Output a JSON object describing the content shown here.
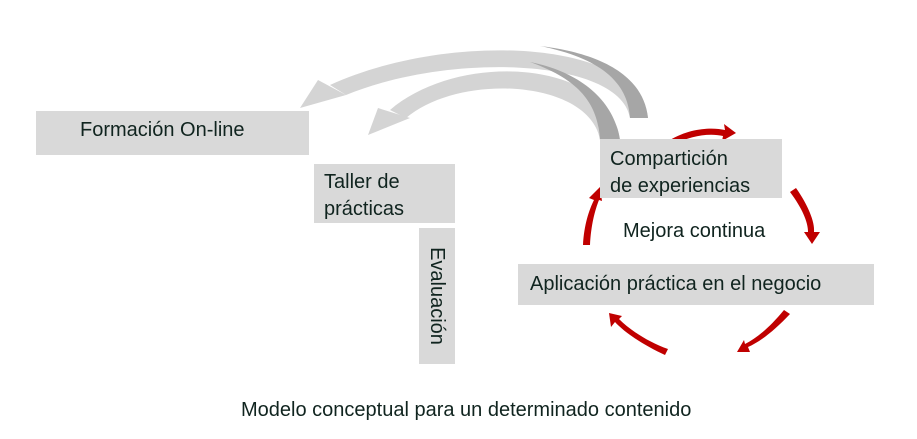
{
  "diagram": {
    "caption": "Modelo conceptual para un determinado contenido",
    "stages": {
      "formacion": "Formación On-line",
      "taller_line1": "Taller de",
      "taller_line2": "prácticas",
      "evaluacion": "Evaluación",
      "comparticion_line1": "Compartición",
      "comparticion_line2": "de experiencias",
      "aplicacion": "Aplicación práctica en el negocio"
    },
    "cycle_label": "Mejora continua",
    "colors": {
      "box": "#d9d9d9",
      "text": "#10241f",
      "cycle_arrow": "#c00000",
      "feedback_arrow_light": "#d4d4d4",
      "feedback_arrow_dark": "#a6a6a6"
    }
  }
}
